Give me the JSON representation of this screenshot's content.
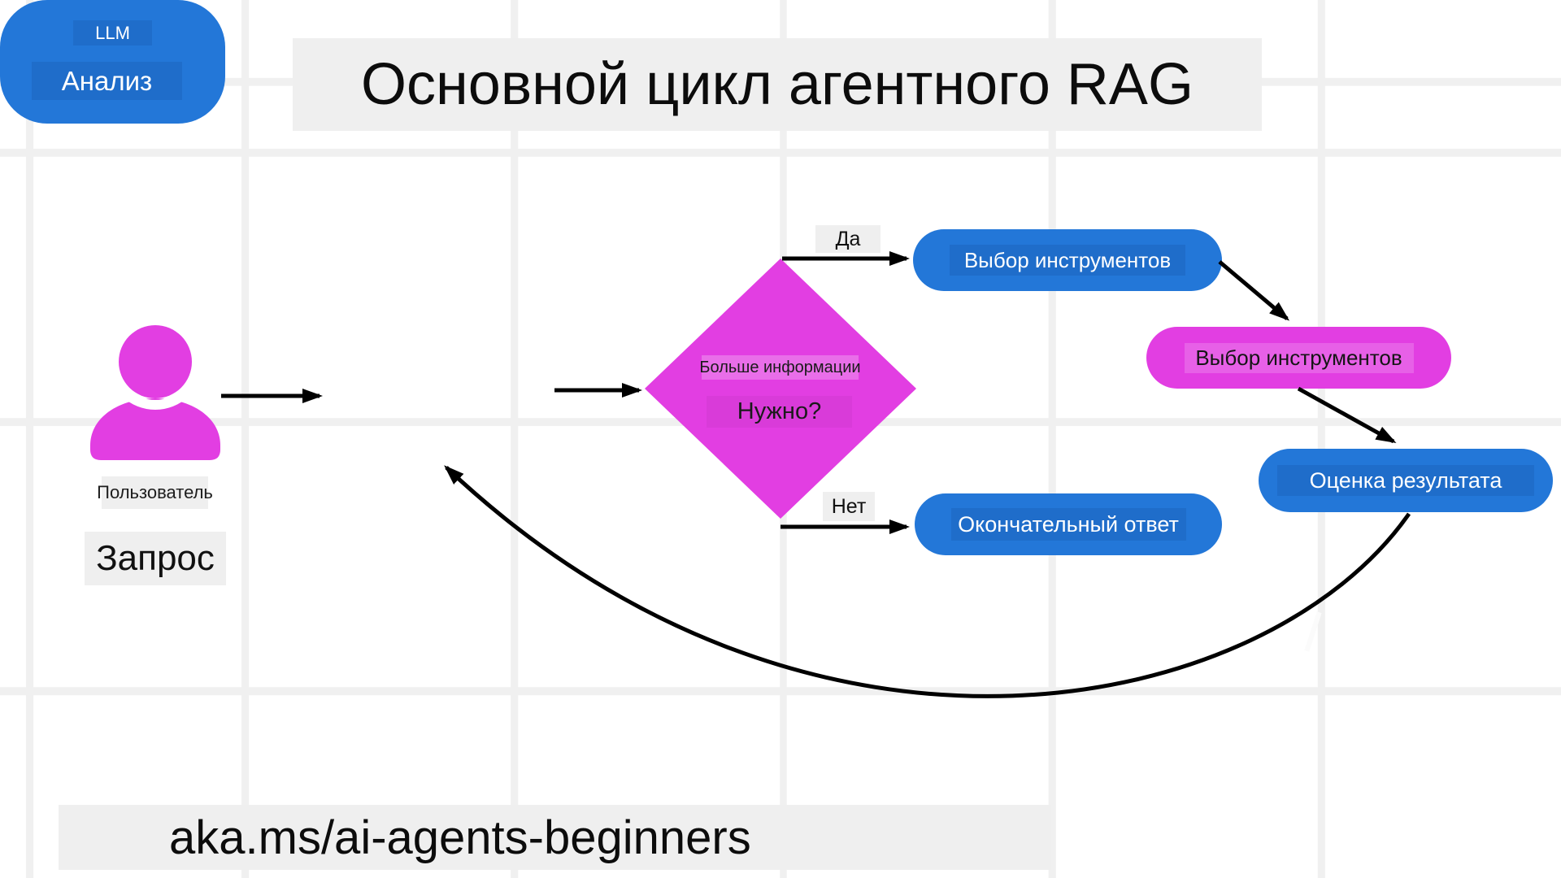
{
  "title": "Основной цикл агентного RAG",
  "footer": "aka.ms/ai-agents-beginners",
  "nodes": {
    "user": {
      "label": "Пользователь",
      "query": "Запрос"
    },
    "llm": {
      "tag": "LLM",
      "label": "Анализ"
    },
    "decision": {
      "line1": "Больше информации",
      "line2": "Нужно?"
    },
    "branch_yes": "Да",
    "branch_no": "Нет",
    "tool_selection_blue": "Выбор инструментов",
    "tool_selection_magenta": "Выбор инструментов",
    "result_evaluation": "Оценка результата",
    "final_answer": "Окончательный ответ"
  },
  "colors": {
    "blue": "#2377d8",
    "magenta": "#e23ee2",
    "label_background": "#efefef",
    "grid_line": "#f0f0f0",
    "arrow": "#000000"
  }
}
